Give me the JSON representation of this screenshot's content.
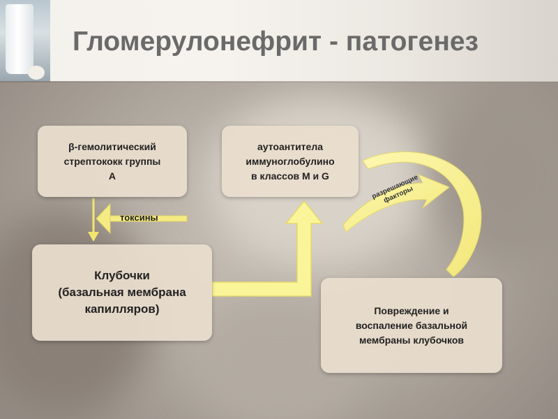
{
  "slide": {
    "title": "Гломерулонефрит - патогенез"
  },
  "nodes": {
    "streptococcus": "β-гемолитический\nстрептококк группы\nА",
    "autoantibodies": "аутоантитела\nиммуноглобулино\nв классов М и G",
    "glomeruli": "Клубочки\n(базальная мембрана\nкапилляров)",
    "damage": "Повреждение и\nвоспаление базальной\nмембраны клубочков"
  },
  "edge_labels": {
    "toxins": "токсины",
    "permissive_factors": "разрешающие\nфакторы"
  },
  "colors": {
    "arrow_fill": "#fbf59a",
    "arrow_edge": "#e6d86a",
    "box_fill": "#e9decd",
    "title": "#6a6a6a"
  }
}
